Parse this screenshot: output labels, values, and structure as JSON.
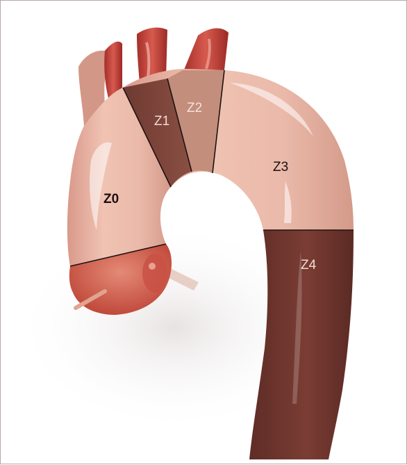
{
  "diagram": {
    "zones": [
      {
        "id": "Z0",
        "label": "Z0"
      },
      {
        "id": "Z1",
        "label": "Z1"
      },
      {
        "id": "Z2",
        "label": "Z2"
      },
      {
        "id": "Z3",
        "label": "Z3"
      },
      {
        "id": "Z4",
        "label": "Z4"
      }
    ],
    "colors": {
      "light_tissue": "#e9b4a3",
      "mid_tissue": "#c68a78",
      "zone1": "#7d4439",
      "zone2": "#bd8574",
      "zone4": "#6a332c",
      "vessel_red": "#c5473f",
      "border_line": "#1d1212"
    }
  }
}
